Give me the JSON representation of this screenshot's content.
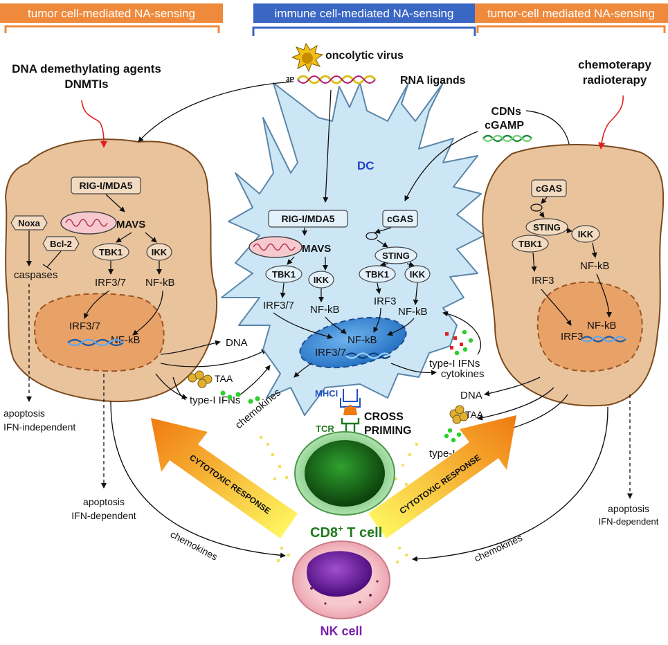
{
  "headers": {
    "left": "tumor cell-mediated NA-sensing",
    "center": "immune cell-mediated NA-sensing",
    "right": "tumor-cell mediated NA-sensing"
  },
  "colors": {
    "header_orange": "#ef8a3c",
    "header_blue": "#3a66c4",
    "tumor_cell": "#e9c39c",
    "tumor_nucleus": "#e8a167",
    "dc_cell": "#cde6f5",
    "dc_nucleus": "#3e8fd8",
    "cd8_green": "#1f7a1f",
    "nk_purple": "#7a1fa8",
    "arrow_red": "#e02020"
  },
  "left_cell": {
    "stimulus_line1": "DNA demethylating agents",
    "stimulus_line2": "DNMTIs",
    "rig": "RIG-I/MDA5",
    "noxa": "Noxa",
    "mavs": "MAVS",
    "bcl2": "Bcl-2",
    "tbk1": "TBK1",
    "ikk": "IKK",
    "caspases": "caspases",
    "irf": "IRF3/7",
    "nfkb": "NF-kB",
    "nuc_irf": "IRF3/7",
    "nuc_nfkb": "NF-kB",
    "apoptosis1_line1": "apoptosis",
    "apoptosis1_line2": "IFN-independent",
    "apoptosis2_line1": "apoptosis",
    "apoptosis2_line2": "IFN-dependent",
    "dna_out": "DNA",
    "taa_out": "TAA",
    "ifn_out": "type-I IFNs",
    "chemokines_out": "chemokines"
  },
  "center_cell": {
    "virus": "oncolytic virus",
    "rna_3p": "3P",
    "rna": "RNA ligands",
    "cdns": "CDNs",
    "cgamp": "cGAMP",
    "dc": "DC",
    "rig": "RIG-I/MDA5",
    "cgas": "cGAS",
    "mavs": "MAVS",
    "sting": "STING",
    "tbk1_l": "TBK1",
    "ikk_l": "IKK",
    "tbk1_r": "TBK1",
    "ikk_r": "IKK",
    "irf37": "IRF3/7",
    "nfkb_l": "NF-kB",
    "irf3": "IRF3",
    "nfkb_r": "NF-kB",
    "nuc_nfkb": "NF-kB",
    "nuc_irf": "IRF3/7",
    "ifn": "type-I IFNs",
    "cytokines": "cytokines",
    "chemokines": "chemokines",
    "mhc": "MHCI",
    "tcr": "TCR",
    "cross1": "CROSS",
    "cross2": "PRIMING"
  },
  "right_cell": {
    "stimulus_line1": "chemoterapy",
    "stimulus_line2": "radioterapy",
    "cgas": "cGAS",
    "sting": "STING",
    "ikk": "IKK",
    "tbk1": "TBK1",
    "nfkb": "NF-kB",
    "irf3": "IRF3",
    "nuc_nfkb": "NF-kB",
    "nuc_irf": "IRF3",
    "dna_out": "DNA",
    "taa_out": "TAA",
    "ifn_out": "type-I IFNs",
    "chemokines_out": "chemokines",
    "apoptosis_line1": "apoptosis",
    "apoptosis_line2": "IFN-dependent"
  },
  "bottom": {
    "cytotoxic_left": "CYTOTOXIC RESPONSE",
    "cytotoxic_right": "CYTOTOXIC RESPONSE",
    "cd8": "CD8",
    "cd8_sup": "+",
    "cd8_tail": " T cell",
    "nk": "NK cell",
    "chemokines_left": "chemokines",
    "chemokines_right": "chemokines"
  }
}
